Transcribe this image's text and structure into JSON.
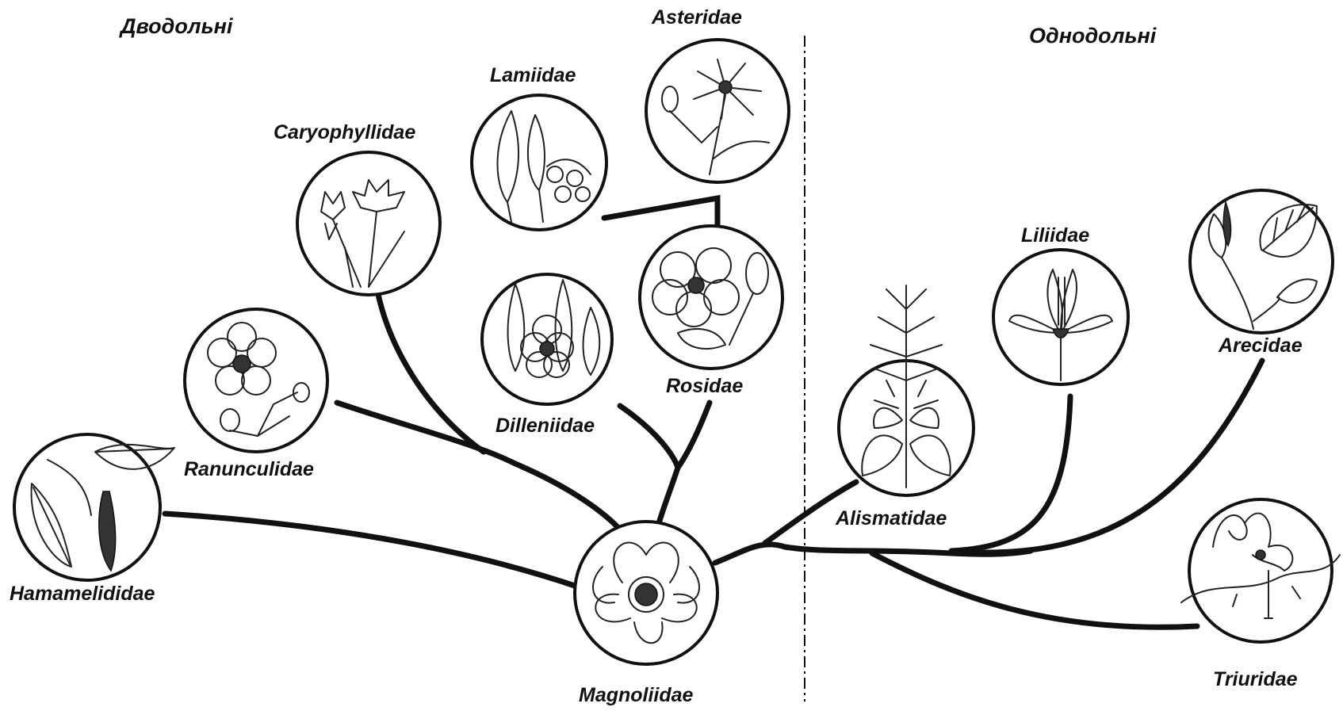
{
  "groups": {
    "dicots": "Дводольні",
    "monocots": "Однодольні"
  },
  "taxa": {
    "magnoliidae": "Magnoliidae",
    "hamamelididae": "Hamamelididae",
    "ranunculidae": "Ranunculidae",
    "caryophyllidae": "Caryophyllidae",
    "lamiidae": "Lamiidae",
    "asteridae": "Asteridae",
    "dilleniidae": "Dilleniidae",
    "rosidae": "Rosidae",
    "alismatidae": "Alismatidae",
    "liliidae": "Liliidae",
    "arecidae": "Arecidae",
    "triuridae": "Triuridae"
  },
  "illustrations": {
    "magnoliidae": "magnolia-flower-icon",
    "hamamelididae": "birch-leaf-catkin-icon",
    "ranunculidae": "buttercup-flower-icon",
    "caryophyllidae": "carnation-flower-icon",
    "lamiidae": "deadnettle-plant-icon",
    "asteridae": "cornflower-icon",
    "dilleniidae": "dillenia-flower-icon",
    "rosidae": "rose-flower-icon",
    "alismatidae": "water-plantain-icon",
    "liliidae": "lily-flower-icon",
    "arecidae": "arum-leaf-icon",
    "triuridae": "triuris-plant-icon"
  }
}
